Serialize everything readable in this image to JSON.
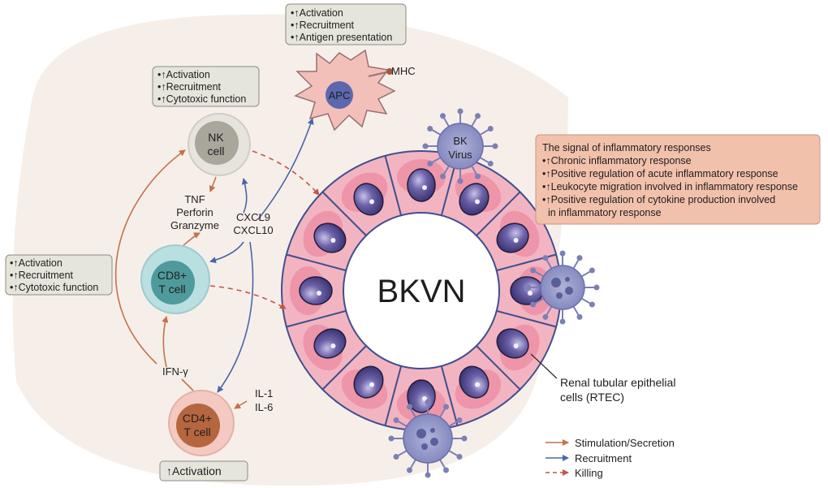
{
  "center_label": "BKVN",
  "cells": {
    "nk": [
      "NK",
      "cell"
    ],
    "cd8": [
      "CD8+",
      "T cell"
    ],
    "cd4": [
      "CD4+",
      "T cell"
    ],
    "apc": "APC",
    "bk_virus": [
      "BK",
      "Virus"
    ]
  },
  "labels": {
    "mhc": "MHC",
    "nk_secretion": [
      "TNF",
      "Perforin",
      "Granzyme"
    ],
    "chemokines": [
      "CXCL9",
      "CXCL10"
    ],
    "ifn": "IFN-γ",
    "interleukins": [
      "IL-1",
      "IL-6"
    ],
    "rtec": [
      "Renal tubular epithelial",
      "cells (RTEC)"
    ]
  },
  "boxes": {
    "apc": [
      "•↑Activation",
      "•↑Recruitment",
      "•↑Antigen presentation"
    ],
    "nk": [
      "•↑Activation",
      "•↑Recruitment",
      "•↑Cytotoxic function"
    ],
    "cd8": [
      "•↑Activation",
      "•↑Recruitment",
      "•↑Cytotoxic function"
    ],
    "cd4": "↑Activation",
    "inflammation": {
      "title": "The signal of inflammatory responses",
      "items": [
        "•↑Chronic inflammatory response",
        "•↑Positive regulation of acute inflammatory response",
        "•↑Leukocyte migration involved in inflammatory response",
        "•↑Positive regulation of cytokine production involved",
        "  in inflammatory response"
      ]
    }
  },
  "legend": [
    {
      "label": "Stimulation/Secretion",
      "color": "#c2714a",
      "style": "solid"
    },
    {
      "label": "Recruitment",
      "color": "#4a66aa",
      "style": "solid"
    },
    {
      "label": "Killing",
      "color": "#c2554a",
      "style": "dashed"
    }
  ],
  "colors": {
    "background": "#f6efe9",
    "box_fill": "#e6e5dc",
    "inflammation_fill": "#f2c1ac",
    "epithelial": "#f0a4b6",
    "nucleus": "#5c5399",
    "stimulation": "#c2714a",
    "recruitment": "#4a66aa",
    "killing": "#c2554a"
  }
}
